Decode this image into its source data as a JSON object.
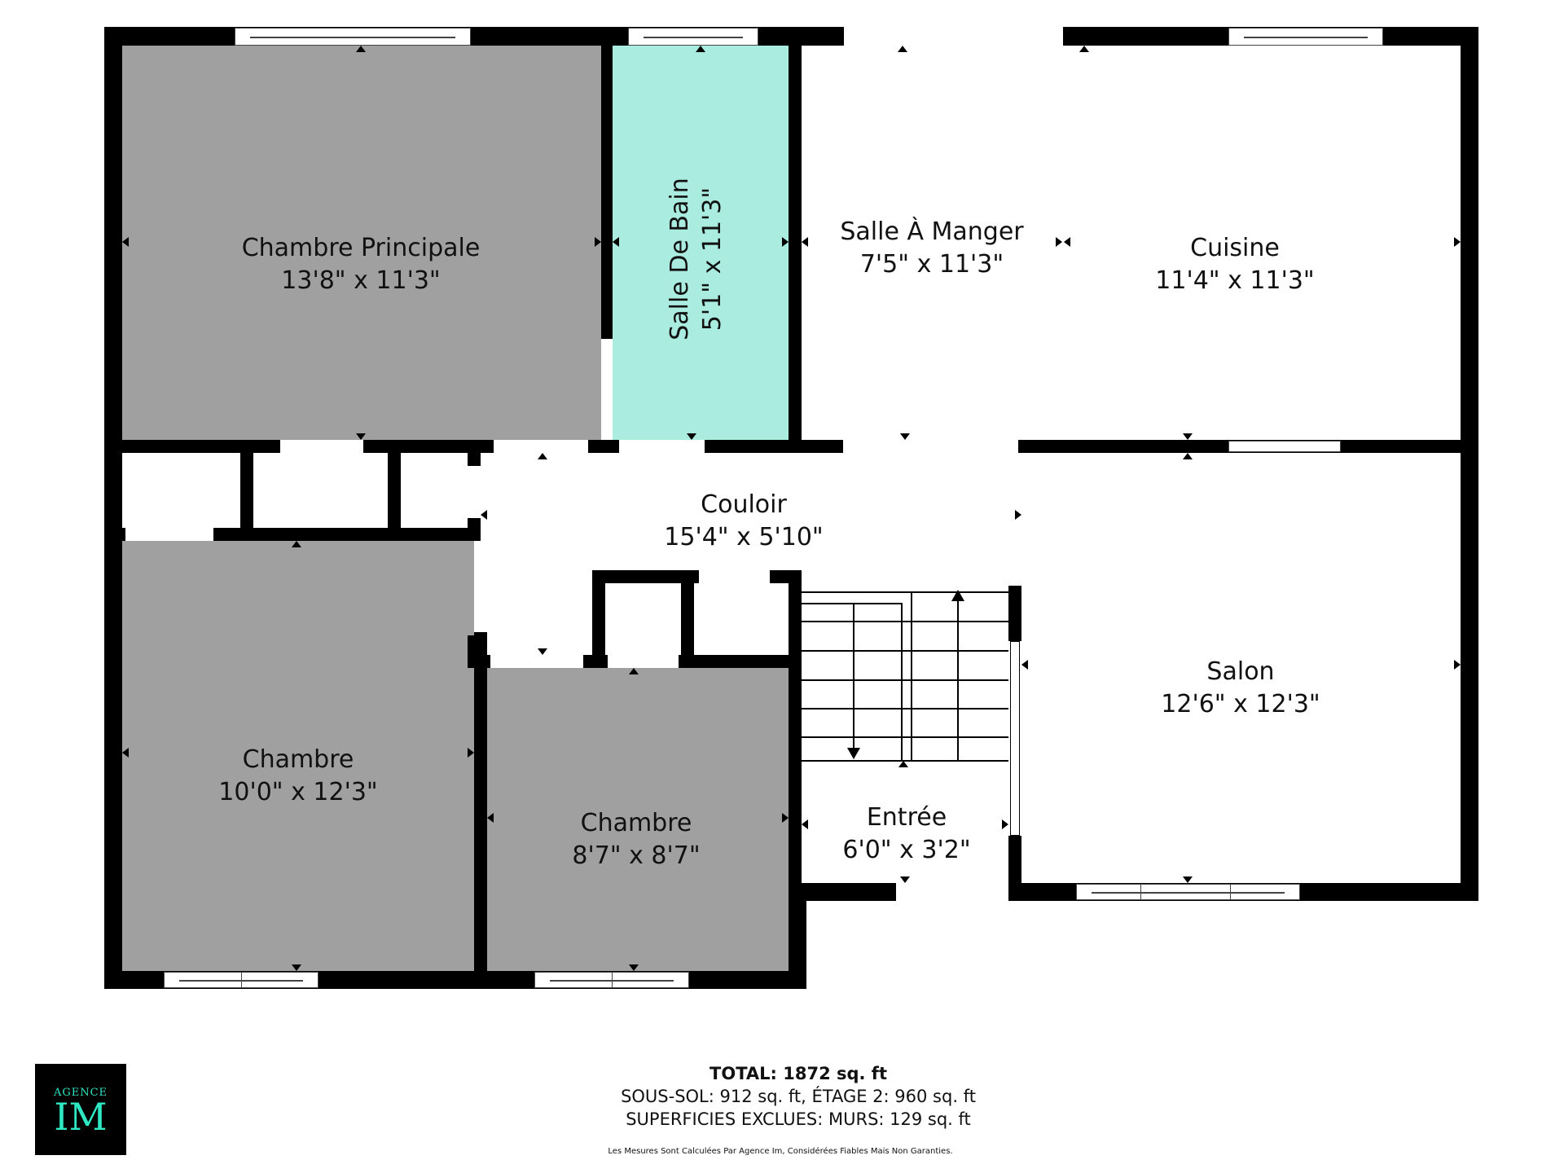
{
  "rooms": {
    "chambre_principale": {
      "name": "Chambre Principale",
      "dims": "13'8\" x 11'3\""
    },
    "salle_de_bain": {
      "name": "Salle De Bain",
      "dims": "5'1\" x 11'3\""
    },
    "salle_a_manger": {
      "name": "Salle À Manger",
      "dims": "7'5\" x 11'3\""
    },
    "cuisine": {
      "name": "Cuisine",
      "dims": "11'4\" x 11'3\""
    },
    "couloir": {
      "name": "Couloir",
      "dims": "15'4\" x 5'10\""
    },
    "chambre_1": {
      "name": "Chambre",
      "dims": "10'0\" x 12'3\""
    },
    "chambre_2": {
      "name": "Chambre",
      "dims": "8'7\" x 8'7\""
    },
    "salon": {
      "name": "Salon",
      "dims": "12'6\" x 12'3\""
    },
    "entree": {
      "name": "Entrée",
      "dims": "6'0\" x 3'2\""
    }
  },
  "colors": {
    "wall": "#000000",
    "bedroom_fill": "#a0a0a0",
    "bathroom_fill": "#aaede0",
    "logo_accent": "#2ee8c4"
  },
  "summary": {
    "total": "TOTAL: 1872 sq. ft",
    "floors": "SOUS-SOL: 912 sq. ft, ÉTAGE 2: 960 sq. ft",
    "excluded": "SUPERFICIES EXCLUES: MURS: 129 sq. ft",
    "disclaimer": "Les Mesures Sont Calculées Par Agence Im, Considérées Fiables Mais Non Garanties."
  },
  "logo": {
    "small": "AGENCE",
    "big": "IM"
  }
}
